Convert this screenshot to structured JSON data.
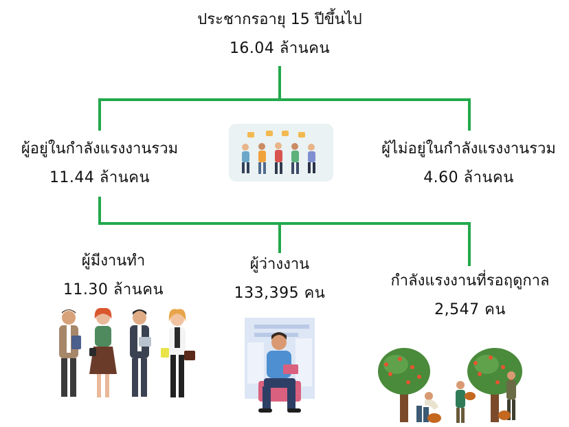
{
  "colors": {
    "connector": "#22a94b",
    "text": "#111111"
  },
  "root": {
    "title": "ประชากรอายุ 15 ปีขึ้นไป",
    "value": "16.04 ล้านคน"
  },
  "in_labor_force": {
    "title": "ผู้อยู่ในกำลังแรงงานรวม",
    "value": "11.44 ล้านคน"
  },
  "not_in_labor_force": {
    "title": "ผู้ไม่อยู่ในกำลังแรงงานรวม",
    "value": "4.60 ล้านคน"
  },
  "employed": {
    "title": "ผู้มีงานทำ",
    "value": "11.30 ล้านคน"
  },
  "unemployed": {
    "title": "ผู้ว่างงาน",
    "value": "133,395 คน"
  },
  "seasonal": {
    "title": "กำลังแรงงานที่รอฤดูกาล",
    "value": "2,547 คน"
  },
  "illustrations": {
    "center": "group-of-people-icon",
    "employed": "workers-icon",
    "unemployed": "unemployed-person-icon",
    "seasonal": "fruit-harvest-icon"
  }
}
